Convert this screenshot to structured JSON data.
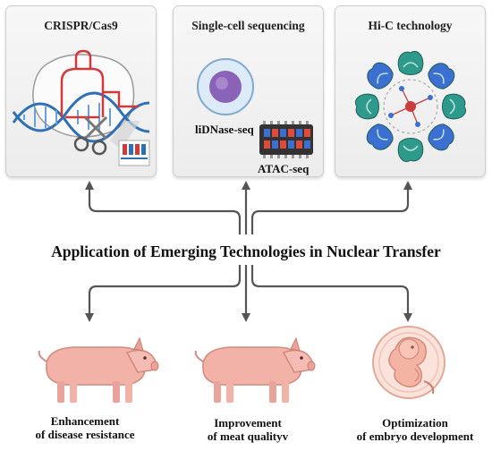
{
  "panels": {
    "crispr": {
      "title": "CRISPR/Cas9"
    },
    "singlecell": {
      "title": "Single-cell sequencing",
      "label_dnase": "liDNase-seq",
      "label_atac": "ATAC-seq"
    },
    "hic": {
      "title": "Hi-C technology"
    }
  },
  "center": {
    "title": "Application of Emerging Technologies in Nuclear Transfer"
  },
  "outcomes": [
    {
      "line1": "Enhancement",
      "line2": "of disease resistance"
    },
    {
      "line1": "Improvement",
      "line2": "of meat qualityv"
    },
    {
      "line1": "Optimization",
      "line2": "of embryo development"
    }
  ],
  "colors": {
    "arrow": "#555555",
    "dna_blue": "#2f6fb5",
    "rna_red": "#d23a3a",
    "cell_purple": "#8a62b8",
    "protein_teal": "#2e9a8c",
    "pig_pink": "#f2b2a8"
  },
  "icons": [
    "dna-helix-icon",
    "scissors-icon",
    "cell-icon",
    "chip-icon",
    "chromatin-loop-icon",
    "pig-icon",
    "embryo-icon"
  ]
}
